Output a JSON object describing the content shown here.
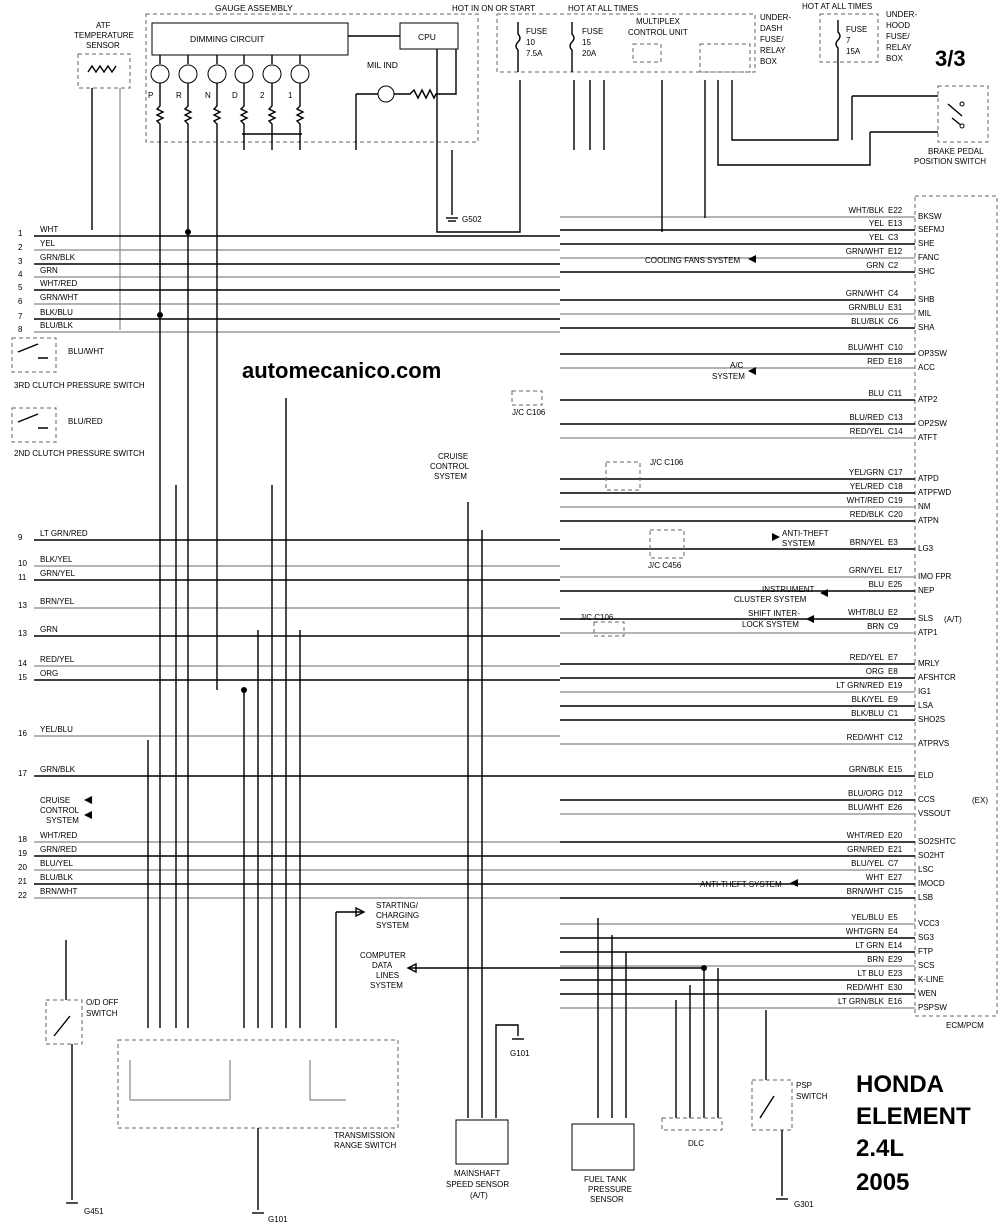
{
  "page_number": "3/3",
  "watermark": "automecanico.com",
  "vehicle": {
    "line1": "HONDA",
    "line2": "ELEMENT",
    "line3": "2.4L",
    "line4": "2005"
  },
  "top": {
    "gauge_assembly": "GAUGE ASSEMBLY",
    "dimming_circuit": "DIMMING CIRCUIT",
    "cpu": "CPU",
    "mil_ind": "MIL IND",
    "gear_labels": [
      "P",
      "R",
      "N",
      "D",
      "2",
      "1"
    ],
    "atf_sensor": [
      "ATF",
      "TEMPERATURE",
      "SENSOR"
    ],
    "hot_in_on": "HOT IN ON OR START",
    "hot_at_all_times_1": "HOT AT ALL TIMES",
    "hot_at_all_times_2": "HOT AT ALL TIMES",
    "fuse10": [
      "FUSE",
      "10",
      "7.5A"
    ],
    "fuse15": [
      "FUSE",
      "15",
      "20A"
    ],
    "fuse7": [
      "FUSE",
      "7",
      "15A"
    ],
    "multiplex": [
      "MULTIPLEX",
      "CONTROL UNIT"
    ],
    "underdash": [
      "UNDER-",
      "DASH",
      "FUSE/",
      "RELAY",
      "BOX"
    ],
    "underhood": [
      "UNDER-",
      "HOOD",
      "FUSE/",
      "RELAY",
      "BOX"
    ],
    "brake_switch": [
      "BRAKE PEDAL",
      "POSITION SWITCH"
    ],
    "g502": "G502"
  },
  "left_rows": [
    {
      "n": "1",
      "c": "WHT"
    },
    {
      "n": "2",
      "c": "YEL"
    },
    {
      "n": "3",
      "c": "GRN/BLK"
    },
    {
      "n": "4",
      "c": "GRN"
    },
    {
      "n": "5",
      "c": "WHT/RED"
    },
    {
      "n": "6",
      "c": "GRN/WHT"
    },
    {
      "n": "7",
      "c": "BLK/BLU"
    },
    {
      "n": "8",
      "c": "BLU/BLK"
    },
    {
      "n": "9",
      "c": "LT GRN/RED"
    },
    {
      "n": "10",
      "c": "BLK/YEL"
    },
    {
      "n": "11",
      "c": "GRN/YEL"
    },
    {
      "n": "13",
      "c": "BRN/YEL"
    },
    {
      "n": "13",
      "c": "GRN"
    },
    {
      "n": "14",
      "c": "RED/YEL"
    },
    {
      "n": "15",
      "c": "ORG"
    },
    {
      "n": "16",
      "c": "YEL/BLU"
    },
    {
      "n": "17",
      "c": "GRN/BLK"
    },
    {
      "n": "18",
      "c": "WHT/RED"
    },
    {
      "n": "19",
      "c": "GRN/RED"
    },
    {
      "n": "20",
      "c": "BLU/YEL"
    },
    {
      "n": "21",
      "c": "BLU/BLK"
    },
    {
      "n": "22",
      "c": "BRN/WHT"
    }
  ],
  "switches": {
    "clutch3": "3RD CLUTCH PRESSURE SWITCH",
    "clutch3_wire": "BLU/WHT",
    "clutch2": "2ND CLUTCH PRESSURE SWITCH",
    "clutch2_wire": "BLU/RED",
    "od_off": [
      "O/D OFF",
      "SWITCH"
    ],
    "psp": [
      "PSP",
      "SWITCH"
    ]
  },
  "ecm_pins": [
    {
      "color": "WHT/BLK",
      "pin": "E22",
      "name": "BKSW"
    },
    {
      "color": "YEL",
      "pin": "E13",
      "name": "SEFMJ"
    },
    {
      "color": "YEL",
      "pin": "C3",
      "name": "SHE"
    },
    {
      "color": "GRN/WHT",
      "pin": "E12",
      "name": "FANC"
    },
    {
      "color": "GRN",
      "pin": "C2",
      "name": "SHC"
    },
    {
      "color": "GRN/WHT",
      "pin": "C4",
      "name": "SHB"
    },
    {
      "color": "GRN/BLU",
      "pin": "E31",
      "name": "MIL"
    },
    {
      "color": "BLU/BLK",
      "pin": "C6",
      "name": "SHA"
    },
    {
      "color": "BLU/WHT",
      "pin": "C10",
      "name": "OP3SW"
    },
    {
      "color": "RED",
      "pin": "E18",
      "name": "ACC"
    },
    {
      "color": "BLU",
      "pin": "C11",
      "name": "ATP2"
    },
    {
      "color": "BLU/RED",
      "pin": "C13",
      "name": "OP2SW"
    },
    {
      "color": "RED/YEL",
      "pin": "C14",
      "name": "ATFT"
    },
    {
      "color": "YEL/GRN",
      "pin": "C17",
      "name": "ATPD"
    },
    {
      "color": "YEL/RED",
      "pin": "C18",
      "name": "ATPFWD"
    },
    {
      "color": "WHT/RED",
      "pin": "C19",
      "name": "NM"
    },
    {
      "color": "RED/BLK",
      "pin": "C20",
      "name": "ATPN"
    },
    {
      "color": "BRN/YEL",
      "pin": "E3",
      "name": "LG3"
    },
    {
      "color": "GRN/YEL",
      "pin": "E17",
      "name": "IMO FPR"
    },
    {
      "color": "BLU",
      "pin": "E25",
      "name": "NEP"
    },
    {
      "color": "WHT/BLU",
      "pin": "E2",
      "name": "SLS"
    },
    {
      "color": "BRN",
      "pin": "C9",
      "name": "ATP1"
    },
    {
      "color": "RED/YEL",
      "pin": "E7",
      "name": "MRLY"
    },
    {
      "color": "ORG",
      "pin": "E8",
      "name": "AFSHTCR"
    },
    {
      "color": "LT GRN/RED",
      "pin": "E19",
      "name": "IG1"
    },
    {
      "color": "BLK/YEL",
      "pin": "E9",
      "name": "LSA"
    },
    {
      "color": "BLK/BLU",
      "pin": "C1",
      "name": "SHO2S"
    },
    {
      "color": "RED/WHT",
      "pin": "C12",
      "name": "ATPRVS"
    },
    {
      "color": "GRN/BLK",
      "pin": "E15",
      "name": "ELD"
    },
    {
      "color": "BLU/ORG",
      "pin": "D12",
      "name": "CCS"
    },
    {
      "color": "BLU/WHT",
      "pin": "E26",
      "name": "VSSOUT"
    },
    {
      "color": "WHT/RED",
      "pin": "E20",
      "name": "SO2SHTC"
    },
    {
      "color": "GRN/RED",
      "pin": "E21",
      "name": "SO2HT"
    },
    {
      "color": "BLU/YEL",
      "pin": "C7",
      "name": "LSC"
    },
    {
      "color": "WHT",
      "pin": "E27",
      "name": "IMOCD"
    },
    {
      "color": "BRN/WHT",
      "pin": "C15",
      "name": "LSB"
    },
    {
      "color": "YEL/BLU",
      "pin": "E5",
      "name": "VCC3"
    },
    {
      "color": "WHT/GRN",
      "pin": "E4",
      "name": "SG3"
    },
    {
      "color": "LT GRN",
      "pin": "E14",
      "name": "FTP"
    },
    {
      "color": "BRN",
      "pin": "E29",
      "name": "SCS"
    },
    {
      "color": "LT BLU",
      "pin": "E23",
      "name": "K-LINE"
    },
    {
      "color": "RED/WHT",
      "pin": "E30",
      "name": "WEN"
    },
    {
      "color": "LT GRN/BLK",
      "pin": "E16",
      "name": "PSPSW"
    }
  ],
  "ecm_label": "ECM/PCM",
  "ecm_extra": {
    "at": "(A/T)",
    "ex": "(EX)"
  },
  "systems": {
    "cooling": "COOLING FANS SYSTEM",
    "ac": [
      "A/C",
      "SYSTEM"
    ],
    "cruise_top": [
      "CRUISE",
      "CONTROL",
      "SYSTEM"
    ],
    "antitheft_top": [
      "ANTI-THEFT",
      "SYSTEM"
    ],
    "instrument": [
      "INSTRUMENT",
      "CLUSTER SYSTEM"
    ],
    "shiftlock": [
      "SHIFT INTER-",
      "LOCK SYSTEM"
    ],
    "cruise_left": [
      "CRUISE",
      "CONTROL",
      "SYSTEM"
    ],
    "antitheft_bottom": "ANTI-THEFT SYSTEM",
    "starting": [
      "STARTING/",
      "CHARGING",
      "SYSTEM"
    ],
    "cdl": [
      "COMPUTER",
      "DATA",
      "LINES",
      "SYSTEM"
    ]
  },
  "jc": {
    "c106a": "J/C C106",
    "c106b": "J/C C106",
    "c456": "J/C C456",
    "c106c": "J/C C106"
  },
  "bottom": {
    "trs": [
      "TRANSMISSION",
      "RANGE SWITCH"
    ],
    "mss": [
      "MAINSHAFT",
      "SPEED SENSOR",
      "(A/T)"
    ],
    "ftp": [
      "FUEL TANK",
      "PRESSURE",
      "SENSOR"
    ],
    "dlc": "DLC",
    "g451": "G451",
    "g101a": "G101",
    "g101b": "G101",
    "g301": "G301"
  }
}
